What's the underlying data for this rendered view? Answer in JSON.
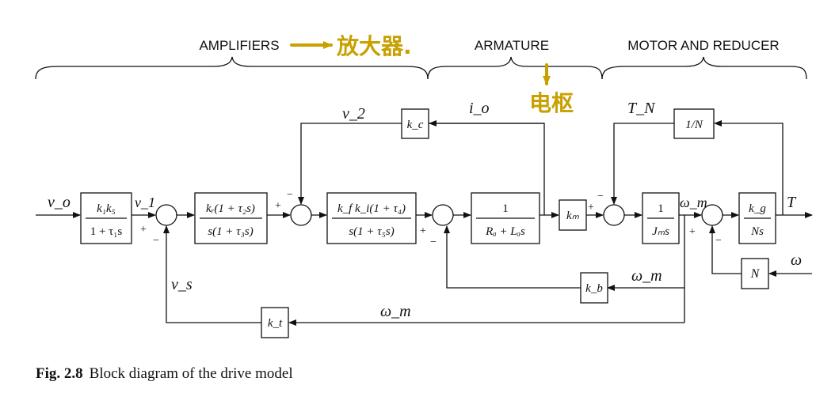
{
  "sections": {
    "amplifiers": "AMPLIFIERS",
    "armature": "ARMATURE",
    "motor_reducer": "MOTOR AND REDUCER"
  },
  "annotations": {
    "amplifiers_note": "放大器.",
    "armature_note": "电枢"
  },
  "blocks": {
    "b1": {
      "num": "k₁k₅",
      "den": "1 + τ₁s"
    },
    "b2": {
      "num": "kᵣ(1 + τ₂s)",
      "den": "s(1 + τ₃s)"
    },
    "b3": {
      "num": "k_f k_i(1 + τ₄)",
      "den": "s(1 + τ₅s)"
    },
    "b4": {
      "num": "1",
      "den": "Rₐ + Lₐs"
    },
    "b5": {
      "label": "kₘ"
    },
    "b6": {
      "num": "1",
      "den": "Jₘs"
    },
    "b7": {
      "num": "k_g",
      "den": "Ns"
    },
    "kc": {
      "label": "k_c"
    },
    "kb": {
      "label": "k_b"
    },
    "kt": {
      "label": "k_t"
    },
    "inv_n": {
      "label": "1/N"
    },
    "n": {
      "label": "N"
    }
  },
  "signals": {
    "vo": "v_o",
    "v1": "v_1",
    "v2": "v_2",
    "io": "i_o",
    "vs": "v_s",
    "tn": "T_N",
    "wm_top": "ω_m",
    "wm_kb": "ω_m",
    "wm_bottom": "ω_m",
    "t": "T",
    "w": "ω"
  },
  "caption": {
    "label": "Fig. 2.8",
    "text": "Block diagram of the drive model"
  },
  "colors": {
    "line": "#111111",
    "annotation": "#c8a000"
  }
}
